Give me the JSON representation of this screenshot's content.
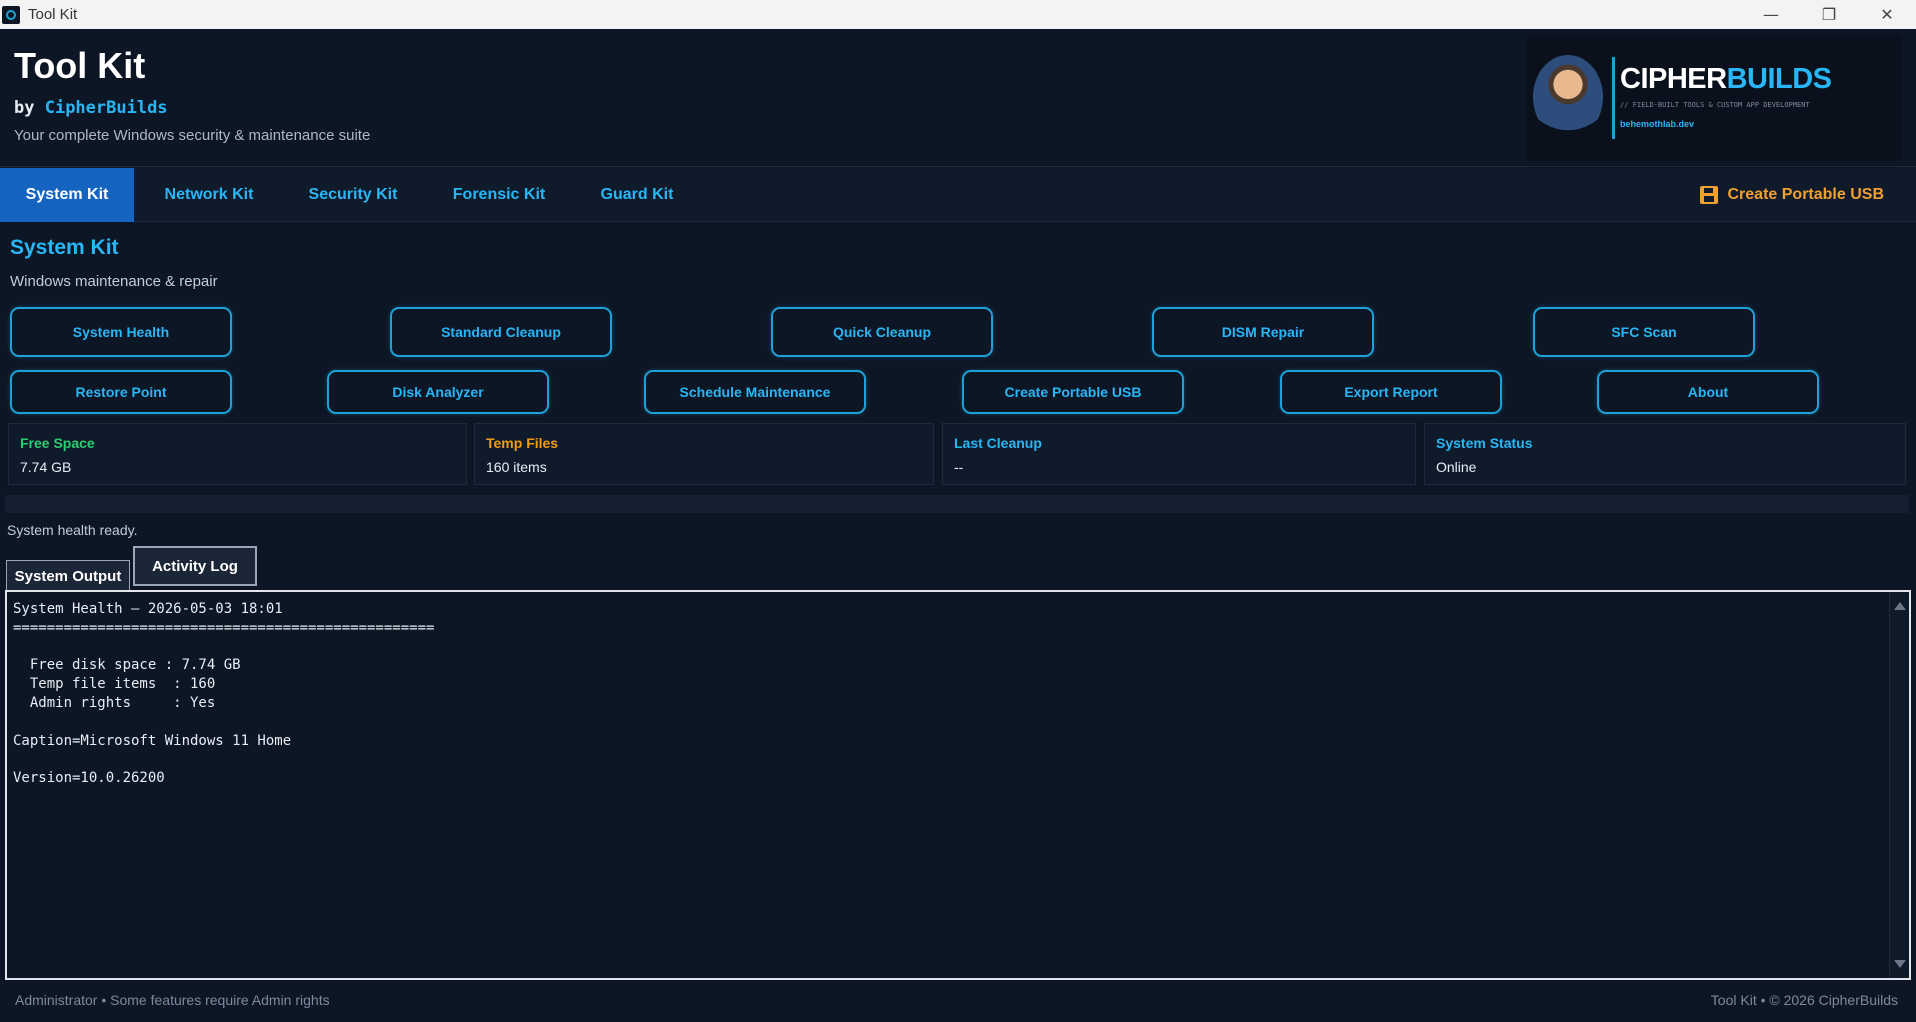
{
  "window": {
    "title": "Tool Kit"
  },
  "header": {
    "title": "Tool Kit",
    "by": "by ",
    "brand": "CipherBuilds",
    "tagline": "Your complete Windows security & maintenance suite",
    "logo": {
      "word_a": "CIPHER",
      "word_b": "BUILDS",
      "sub": "// FIELD-BUILT TOOLS & CUSTOM APP DEVELOPMENT",
      "url": "behemothlab.dev"
    }
  },
  "nav": {
    "tabs": [
      "System Kit",
      "Network Kit",
      "Security Kit",
      "Forensic Kit",
      "Guard Kit"
    ],
    "usb_label": "Create Portable USB"
  },
  "section": {
    "title": "System Kit",
    "subtitle": "Windows maintenance & repair"
  },
  "actions": {
    "row1": [
      "System Health",
      "Standard Cleanup",
      "Quick Cleanup",
      "DISM Repair",
      "SFC Scan"
    ],
    "row2": [
      "Restore Point",
      "Disk Analyzer",
      "Schedule Maintenance",
      "Create Portable USB",
      "Export Report",
      "About"
    ]
  },
  "stats": [
    {
      "label": "Free Space",
      "value": "7.74 GB",
      "color": "#2ecc71"
    },
    {
      "label": "Temp Files",
      "value": "160 items",
      "color": "#f39c12"
    },
    {
      "label": "Last Cleanup",
      "value": "--",
      "color": "#29b6f6"
    },
    {
      "label": "System Status",
      "value": "Online",
      "color": "#29b6f6"
    }
  ],
  "status_text": "System health ready.",
  "output_tabs": [
    "System Output",
    "Activity Log"
  ],
  "output_text": "System Health — 2026-05-03 18:01\n==================================================\n\n  Free disk space : 7.74 GB\n  Temp file items  : 160\n  Admin rights     : Yes\n\nCaption=Microsoft Windows 11 Home\n\nVersion=10.0.26200",
  "footer": {
    "left": "Administrator  •  Some features require Admin rights",
    "right": "Tool Kit  •  © 2026 CipherBuilds"
  }
}
